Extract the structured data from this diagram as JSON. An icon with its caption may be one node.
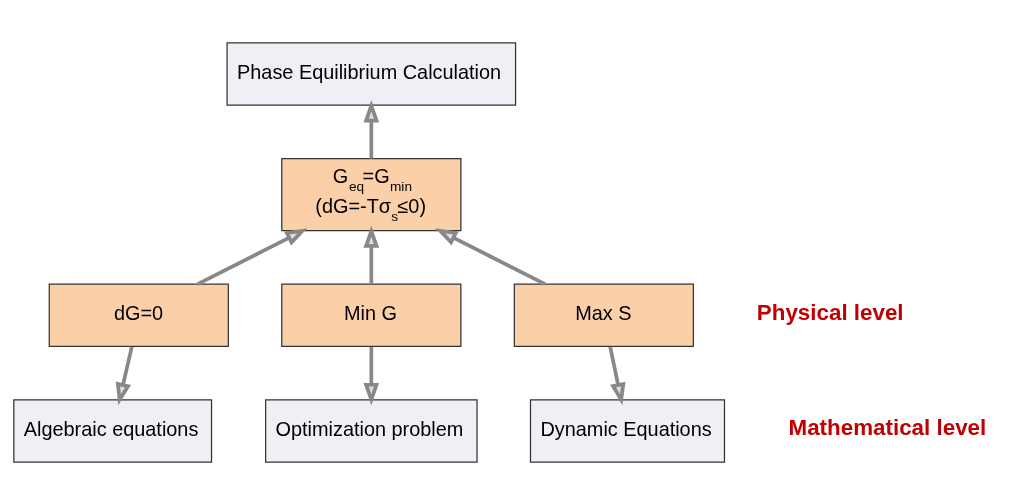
{
  "diagram": {
    "nodes": [
      {
        "text": [
          "Phase Equilibrium Calculation"
        ]
      },
      {
        "text": [
          "G$_{eq}$=G$_{min}$",
          "(dG=-Tσ$_{s}$≤0)"
        ]
      },
      {
        "text": [
          "dG=0"
        ]
      },
      {
        "text": [
          "Min G"
        ]
      },
      {
        "text": [
          "Max S"
        ]
      },
      {
        "text": [
          "Algebraic equations"
        ]
      },
      {
        "text": [
          "Optimization problem"
        ]
      },
      {
        "text": [
          "Dynamic Equations"
        ]
      }
    ],
    "edges": [
      {
        "from": 1,
        "to": 0,
        "arrow": "to"
      },
      {
        "from": 2,
        "to": 1,
        "arrow": "to"
      },
      {
        "from": 3,
        "to": 1,
        "arrow": "to"
      },
      {
        "from": 4,
        "to": 1,
        "arrow": "to"
      },
      {
        "from": 2,
        "to": 5,
        "arrow": "to"
      },
      {
        "from": 3,
        "to": 6,
        "arrow": "to"
      },
      {
        "from": 4,
        "to": 7,
        "arrow": "to"
      }
    ],
    "labels": [
      "Physical level",
      "Mathematical level"
    ]
  }
}
